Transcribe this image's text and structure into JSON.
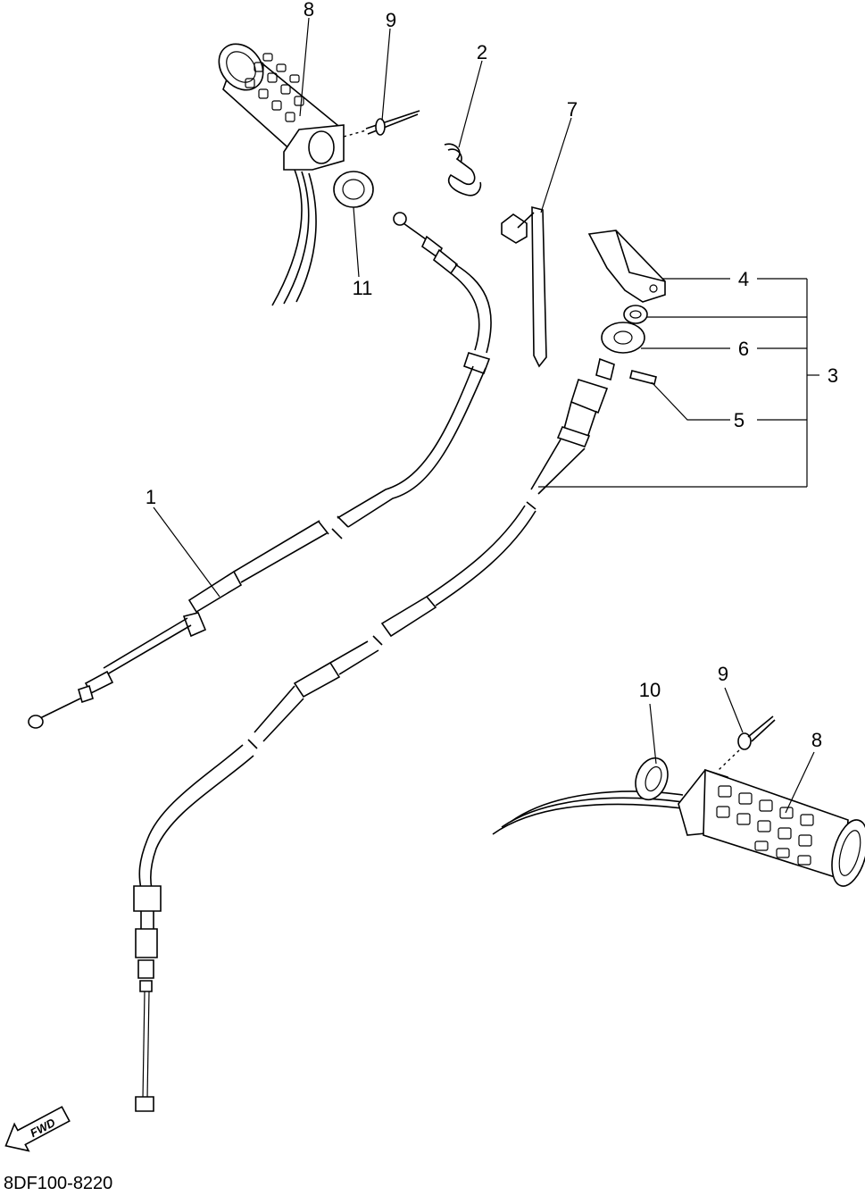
{
  "callouts": {
    "c1": "1",
    "c2": "2",
    "c3": "3",
    "c4": "4",
    "c5": "5",
    "c6": "6",
    "c7": "7",
    "c8_top": "8",
    "c8_bottom": "8",
    "c9_top": "9",
    "c9_bottom": "9",
    "c10": "10",
    "c11": "11"
  },
  "fwd_label": "FWD",
  "diagram_code": "8DF100-8220"
}
